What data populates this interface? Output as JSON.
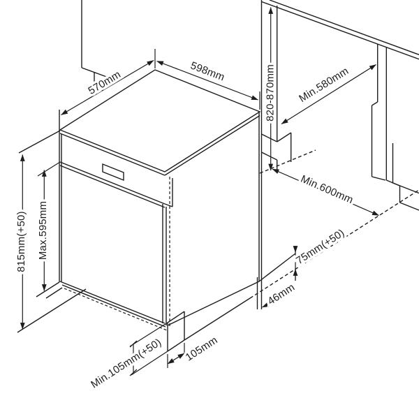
{
  "diagram": {
    "type": "appliance-installation-dimension-drawing",
    "colors": {
      "ink": "#1d1d1d",
      "background": "#ffffff"
    },
    "labels": {
      "top_depth": "570mm",
      "top_width": "598mm",
      "niche_depth": "Min.580mm",
      "niche_height": "820-870mm",
      "left_height": "815mm(+50)",
      "door_height_max": "Max.595mm",
      "front_clearance": "Min.600mm",
      "rear_level": "75mm(+50)",
      "rear_offset": "46mm",
      "plinth_recess_depth": "105mm",
      "plinth_height_min": "Min.105mm(+50)"
    }
  }
}
